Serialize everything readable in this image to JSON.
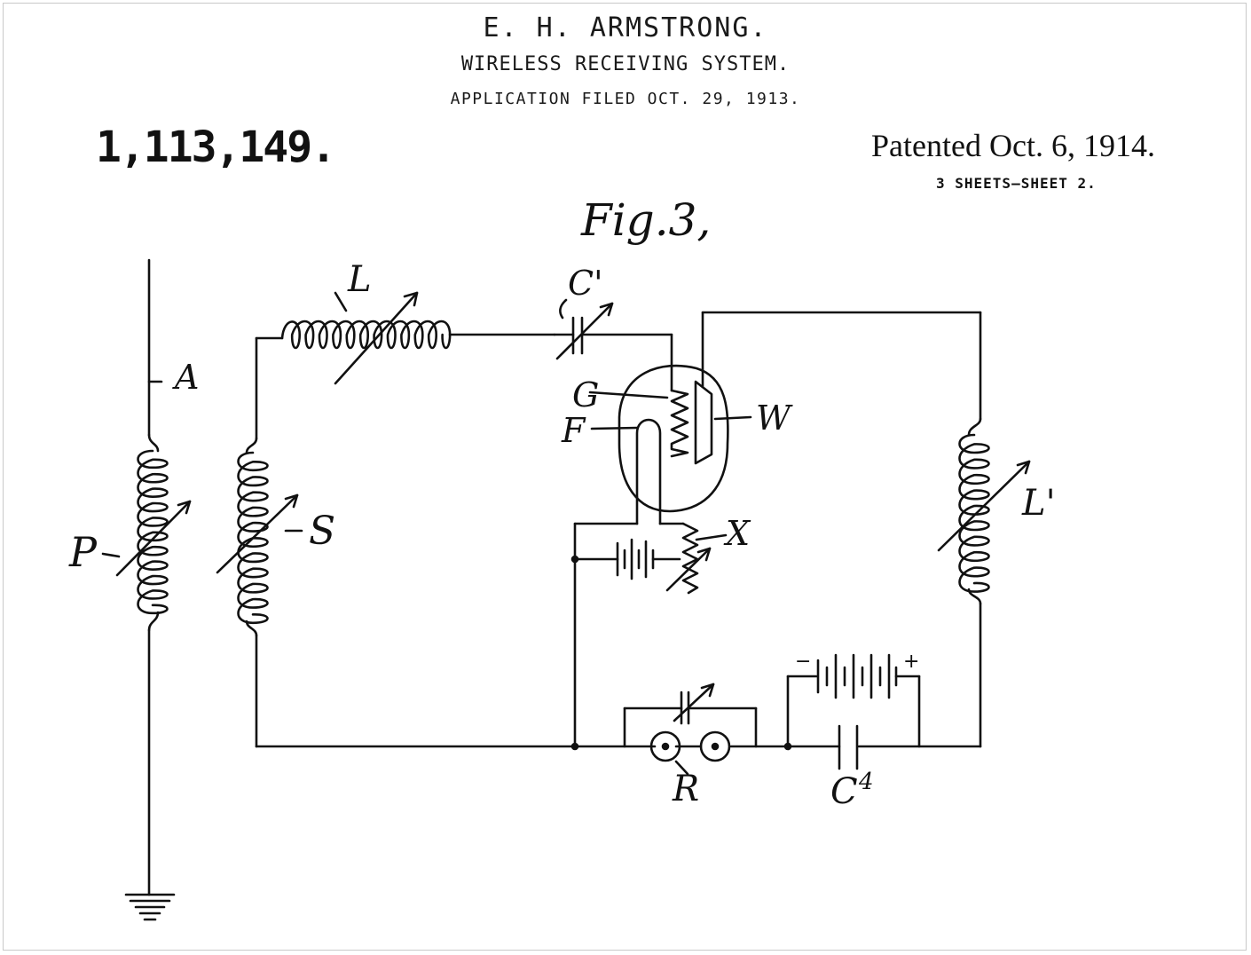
{
  "header": {
    "inventor": "E. H. ARMSTRONG.",
    "subject": "WIRELESS RECEIVING SYSTEM.",
    "filed": "APPLICATION FILED OCT. 29, 1913.",
    "patent_number": "1,113,149.",
    "patented": "Patented Oct. 6, 1914.",
    "sheets": "3 SHEETS—SHEET 2."
  },
  "figure": {
    "title": "Fig.3,",
    "labels": {
      "A": "A",
      "P": "P",
      "S": "S",
      "L": "L",
      "C1": "C'",
      "G": "G",
      "F": "F",
      "W": "W",
      "X": "X",
      "L1": "L'",
      "R": "R",
      "C4": "C",
      "C4_sup": "4",
      "minus": "−",
      "plus": "+"
    }
  },
  "colors": {
    "ink": "#111111",
    "border": "#c9c9c9"
  }
}
